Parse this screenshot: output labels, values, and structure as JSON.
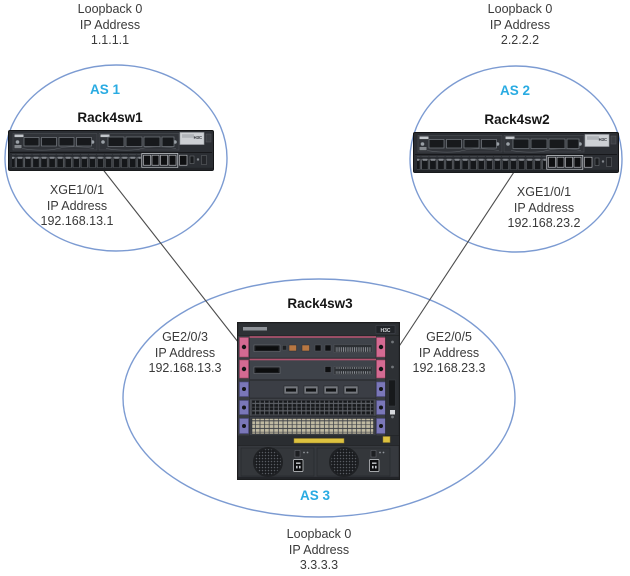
{
  "brand": "H3C",
  "colors": {
    "as_label": "#29abe2",
    "ellipse_stroke": "#7c9bd2",
    "link_line": "#4c4c4c",
    "text": "#3a3a3a"
  },
  "as1": {
    "label": "AS 1",
    "device": "Rack4sw1",
    "loopback": {
      "name": "Loopback 0",
      "caption": "IP Address",
      "ip": "1.1.1.1"
    },
    "interface": {
      "name": "XGE1/0/1",
      "caption": "IP Address",
      "ip": "192.168.13.1"
    }
  },
  "as2": {
    "label": "AS 2",
    "device": "Rack4sw2",
    "loopback": {
      "name": "Loopback 0",
      "caption": "IP Address",
      "ip": "2.2.2.2"
    },
    "interface": {
      "name": "XGE1/0/1",
      "caption": "IP Address",
      "ip": "192.168.23.2"
    }
  },
  "as3": {
    "label": "AS 3",
    "device": "Rack4sw3",
    "loopback": {
      "name": "Loopback 0",
      "caption": "IP Address",
      "ip": "3.3.3.3"
    },
    "interface_left": {
      "name": "GE2/0/3",
      "caption": "IP Address",
      "ip": "192.168.13.3"
    },
    "interface_right": {
      "name": "GE2/0/5",
      "caption": "IP Address",
      "ip": "192.168.23.3"
    }
  }
}
